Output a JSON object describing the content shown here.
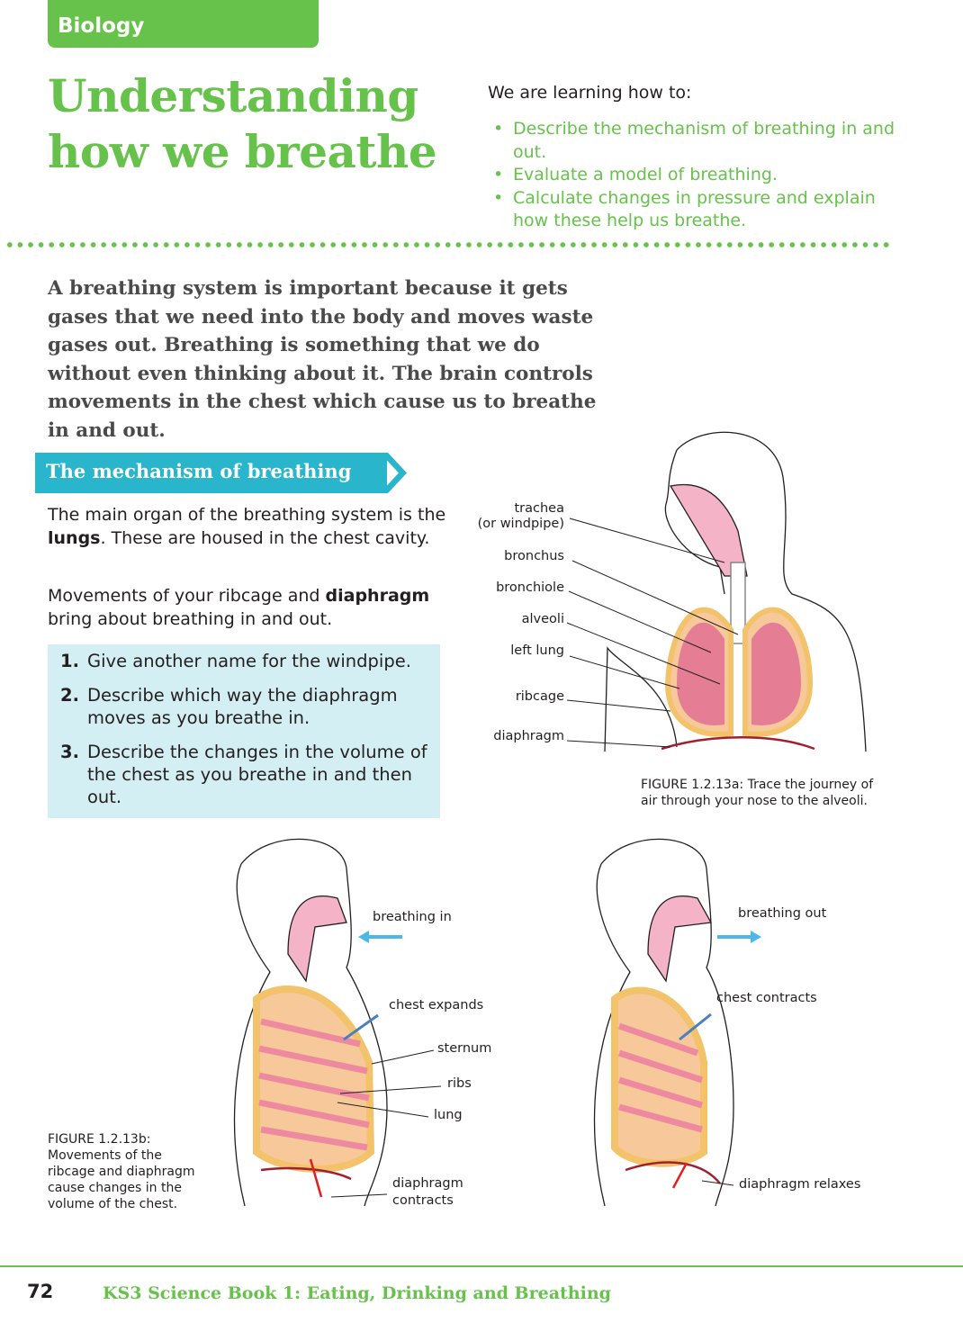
{
  "subject_tab": "Biology",
  "title_lines": [
    "Understanding",
    "how we breathe"
  ],
  "learning": {
    "heading": "We are learning how to:",
    "aims": [
      "Describe the mechanism of breathing in and out.",
      "Evaluate a model of breathing.",
      "Calculate changes in pressure and explain how these help us breathe."
    ]
  },
  "intro": "A breathing system is important because it gets gases that we need into the body and moves waste gases out. Breathing is something that we do without even thinking about it. The brain controls movements in the chest which cause us to breathe in and out.",
  "section_heading": "The mechanism of breathing",
  "para1": {
    "before": "The main organ of the breathing system is the ",
    "bold": "lungs",
    "after": ". These are housed in the chest cavity."
  },
  "para2": {
    "before": "Movements of your ribcage and ",
    "bold": "diaphragm",
    "after": " bring about breathing in and out."
  },
  "questions": [
    {
      "num": "1.",
      "text": "Give another name for the windpipe."
    },
    {
      "num": "2.",
      "text": "Describe which way the diaphragm moves as you breathe in."
    },
    {
      "num": "3.",
      "text": "Describe the changes in the volume of the chest as you breathe in and then out."
    }
  ],
  "figure_a": {
    "labels": [
      "trachea",
      "(or windpipe)",
      "bronchus",
      "bronchiole",
      "alveoli",
      "left lung",
      "ribcage",
      "diaphragm"
    ],
    "caption": "FIGURE 1.2.13a: Trace the journey of air through your nose to the alveoli."
  },
  "figure_b": {
    "in_labels": [
      "breathing in",
      "chest expands",
      "sternum",
      "ribs",
      "lung",
      "diaphragm",
      "contracts"
    ],
    "out_labels": [
      "breathing out",
      "chest contracts",
      "diaphragm relaxes"
    ],
    "caption": "FIGURE 1.2.13b: Movements of the ribcage and diaphragm cause changes in the volume of the chest."
  },
  "footer": {
    "page": "72",
    "book": "KS3 Science Book 1: Eating, Drinking and Breathing"
  },
  "colors": {
    "green": "#66c24a",
    "teal": "#29b5cc",
    "box": "#d4eff3"
  }
}
